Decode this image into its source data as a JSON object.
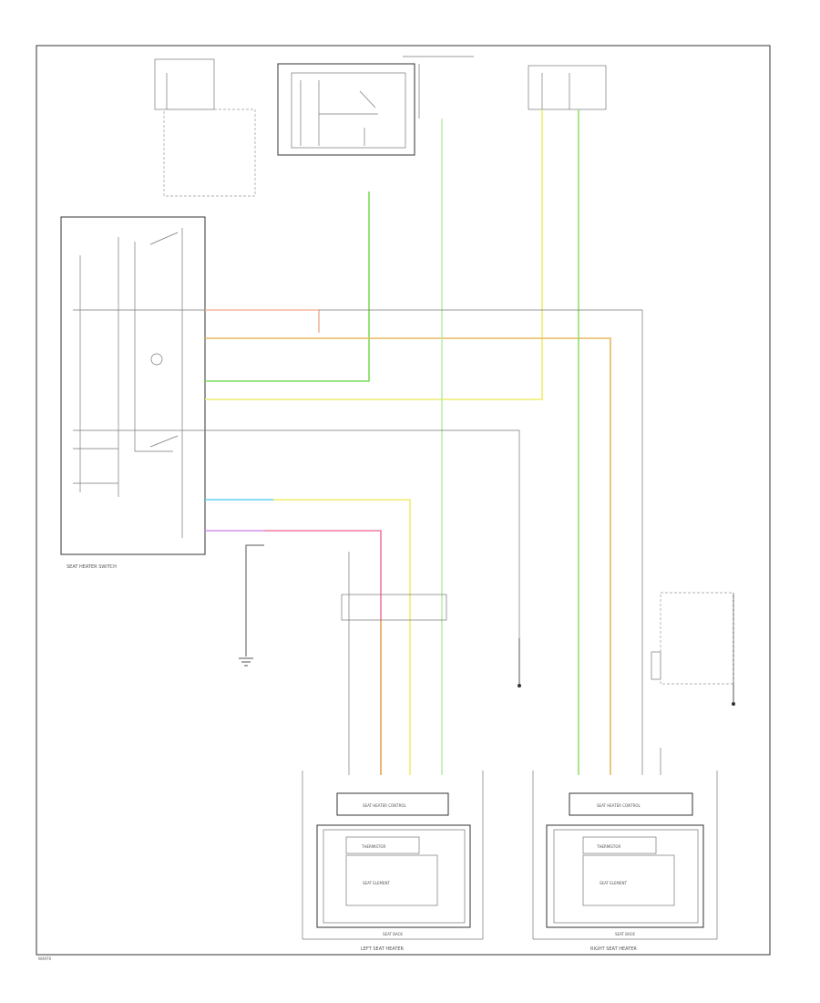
{
  "colors": {
    "green": "#7ddc5a",
    "yellow": "#f0ec6a",
    "orange": "#e8b860",
    "pink": "#f07aa0",
    "lt_green": "#b8f0a8",
    "cyan": "#60d4f0",
    "violet": "#d090f0",
    "gray": "#9a9a9a",
    "frame": "#333333"
  },
  "labels": {
    "seat_heater_switch": "SEAT HEATER SWITCH",
    "left_seat_heater": "LEFT SEAT HEATER",
    "right_seat_heater": "RIGHT SEAT HEATER",
    "seat_heater_control": "SEAT HEATER CONTROL",
    "thermistor": "THERMISTOR",
    "seat_element": "SEAT ELEMENT",
    "seat_back": "SEAT BACK",
    "footer_code": "W4970"
  }
}
